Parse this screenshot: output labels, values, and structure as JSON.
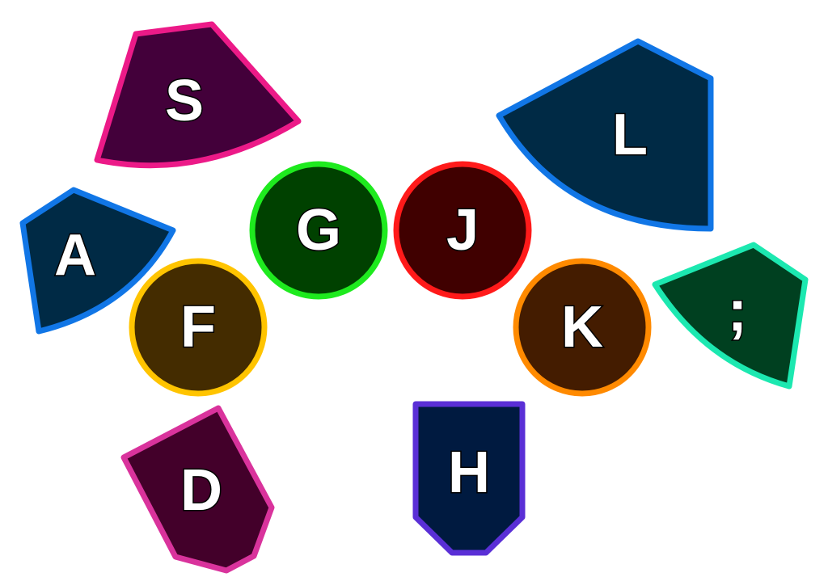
{
  "keys": [
    {
      "id": "s",
      "label": "S",
      "shape": "wedge",
      "fill": "#43003a",
      "border": "#ec1a88"
    },
    {
      "id": "a",
      "label": "A",
      "shape": "wedge",
      "fill": "#002a45",
      "border": "#1176e6"
    },
    {
      "id": "d",
      "label": "D",
      "shape": "shield-tilted",
      "fill": "#43002a",
      "border": "#d9339c"
    },
    {
      "id": "f",
      "label": "F",
      "shape": "circle",
      "fill": "#442c00",
      "border": "#ffc400"
    },
    {
      "id": "g",
      "label": "G",
      "shape": "circle",
      "fill": "#004100",
      "border": "#1eea1e"
    },
    {
      "id": "j",
      "label": "J",
      "shape": "circle",
      "fill": "#400000",
      "border": "#ff1a1a"
    },
    {
      "id": "k",
      "label": "K",
      "shape": "circle",
      "fill": "#441c00",
      "border": "#ff8a00"
    },
    {
      "id": "h",
      "label": "H",
      "shape": "shield",
      "fill": "#001a40",
      "border": "#5a2fd6"
    },
    {
      "id": "l",
      "label": "L",
      "shape": "wedge",
      "fill": "#002a45",
      "border": "#1176e6"
    },
    {
      "id": "semicolon",
      "label": ";",
      "shape": "wedge",
      "fill": "#004020",
      "border": "#1ce8b0"
    }
  ]
}
